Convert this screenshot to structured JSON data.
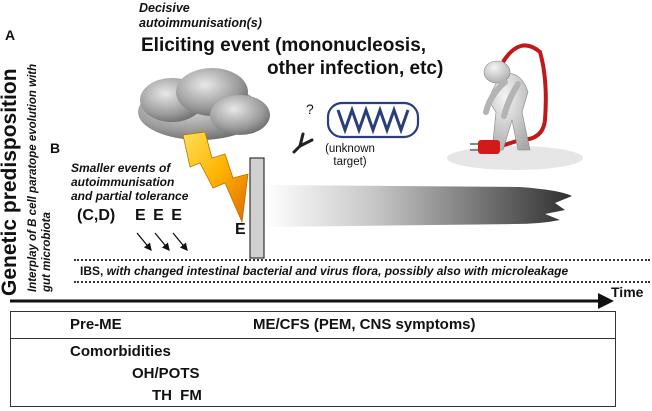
{
  "vertical": {
    "genetic": "Genetic predisposition",
    "interplay_line1": "Interplay of B cell paratope evolution with",
    "interplay_line2": "gut microbiota"
  },
  "labels": {
    "a": "A",
    "b": "B",
    "decisive_line1": "Decisive",
    "decisive_line2": "autoimmunisation(s)",
    "eliciting_line1": "Eliciting event (mononucleosis,",
    "eliciting_line2": "other infection, etc)",
    "question": "?",
    "unknown_line1": "(unknown",
    "unknown_line2": "target)",
    "smaller_line1": "Smaller events of",
    "smaller_line2": "autoimmunisation",
    "smaller_line3": "and partial tolerance",
    "cd": "(C,D)",
    "eee": "E E E",
    "e": "E",
    "ibs_prefix": "IBS,",
    "ibs_rest": " with changed intestinal bacterial and virus flora, possibly also with microleakage",
    "time": "Time"
  },
  "table": {
    "pre_me": "Pre-ME",
    "me_cfs": "ME/CFS (PEM, CNS symptoms)",
    "comorbidities": "Comorbidities",
    "oh_pots": "OH/POTS",
    "th_fm": "TH FM"
  }
}
